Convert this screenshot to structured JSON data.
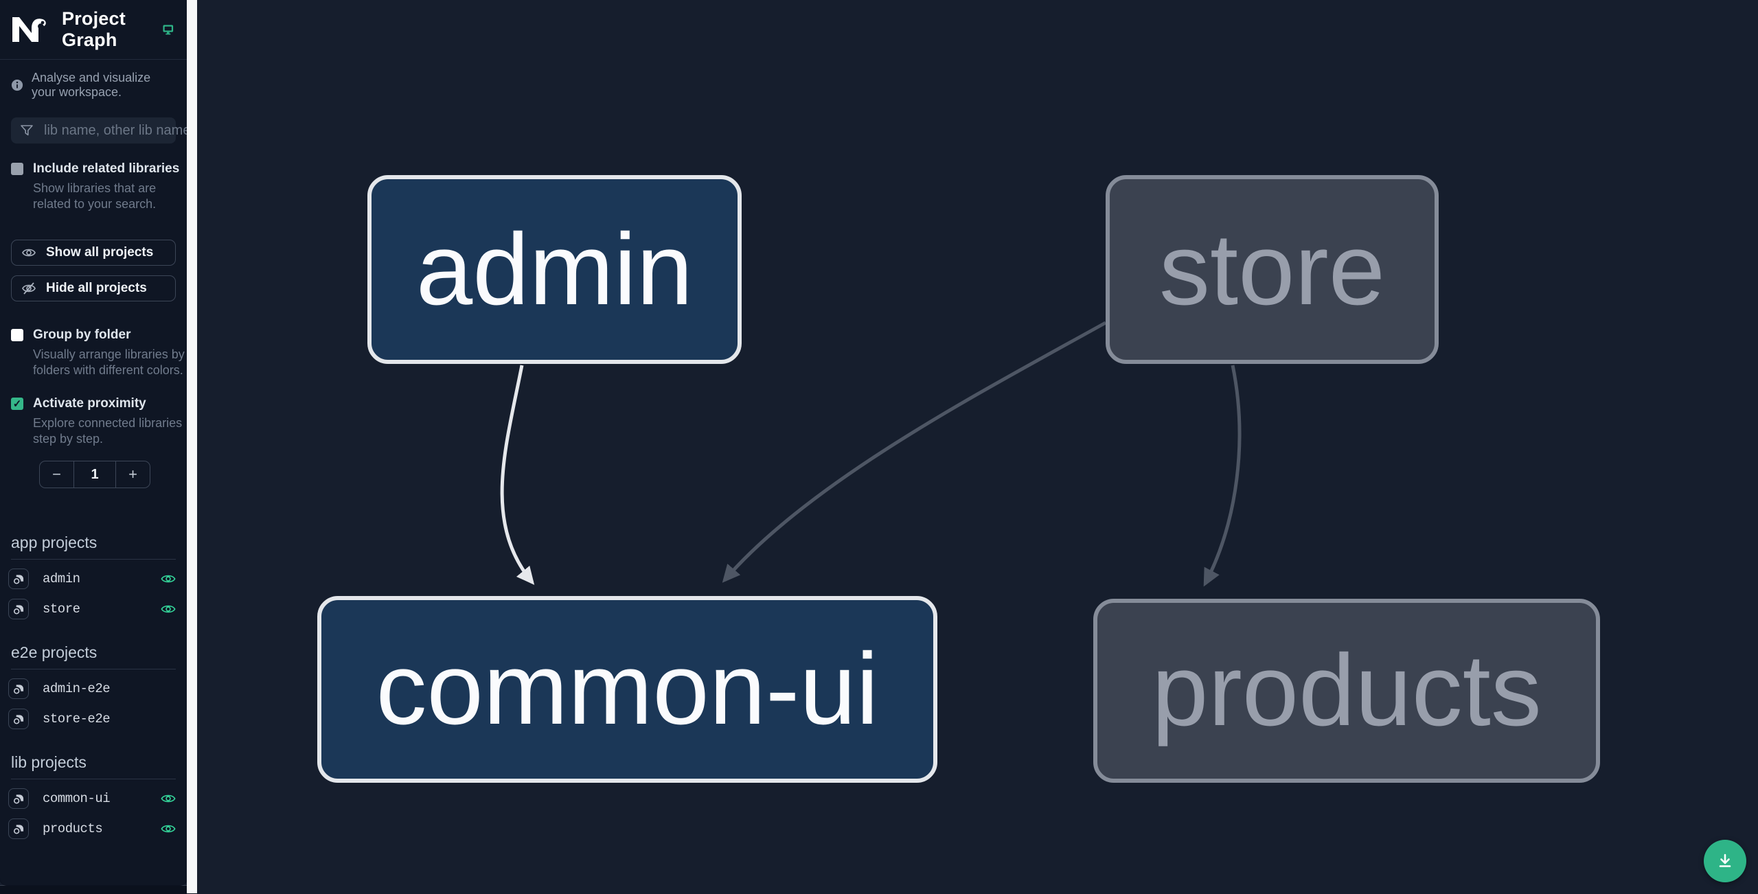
{
  "header": {
    "title": "Project Graph",
    "logo": "nx-logo",
    "status_icon": "monitor-icon"
  },
  "sidebar": {
    "tagline": "Analyse and visualize your workspace.",
    "search": {
      "placeholder": "lib name, other lib name"
    },
    "include_related": {
      "label": "Include related libraries",
      "description": "Show libraries that are related to your search.",
      "checked": false
    },
    "buttons": {
      "show_all": "Show all projects",
      "hide_all": "Hide all projects"
    },
    "group_by_folder": {
      "label": "Group by folder",
      "description": "Visually arrange libraries by folders with different colors.",
      "checked": false
    },
    "activate_proximity": {
      "label": "Activate proximity",
      "description": "Explore connected libraries step by step.",
      "checked": true
    },
    "stepper": {
      "decrement": "−",
      "value": "1",
      "increment": "+"
    },
    "sections": [
      {
        "title": "app projects",
        "items": [
          {
            "name": "admin",
            "eye": true
          },
          {
            "name": "store",
            "eye": true
          }
        ]
      },
      {
        "title": "e2e projects",
        "items": [
          {
            "name": "admin-e2e",
            "eye": false
          },
          {
            "name": "store-e2e",
            "eye": false
          }
        ]
      },
      {
        "title": "lib projects",
        "items": [
          {
            "name": "common-ui",
            "eye": true
          },
          {
            "name": "products",
            "eye": true
          }
        ]
      }
    ]
  },
  "graph": {
    "nodes": [
      {
        "id": "admin",
        "label": "admin",
        "state": "focused"
      },
      {
        "id": "store",
        "label": "store",
        "state": "dimmed"
      },
      {
        "id": "common-ui",
        "label": "common-ui",
        "state": "focused"
      },
      {
        "id": "products",
        "label": "products",
        "state": "dimmed"
      }
    ],
    "edges": [
      {
        "from": "admin",
        "to": "common-ui",
        "state": "highlighted"
      },
      {
        "from": "store",
        "to": "common-ui",
        "state": "dimmed"
      },
      {
        "from": "store",
        "to": "products",
        "state": "dimmed"
      }
    ]
  },
  "fab": {
    "icon": "download-icon"
  },
  "colors": {
    "sidebar_bg": "#0f1624",
    "canvas_bg": "#161e2d",
    "accent_teal": "#2eb487",
    "eye_green": "#34d399",
    "node_focused_fill": "#1b3757",
    "node_focused_border": "#e4e7eb",
    "node_dimmed_fill": "#3b4250",
    "node_dimmed_border": "#858c99",
    "edge_highlight": "#e6e8ec",
    "edge_dimmed": "#4e5664"
  }
}
